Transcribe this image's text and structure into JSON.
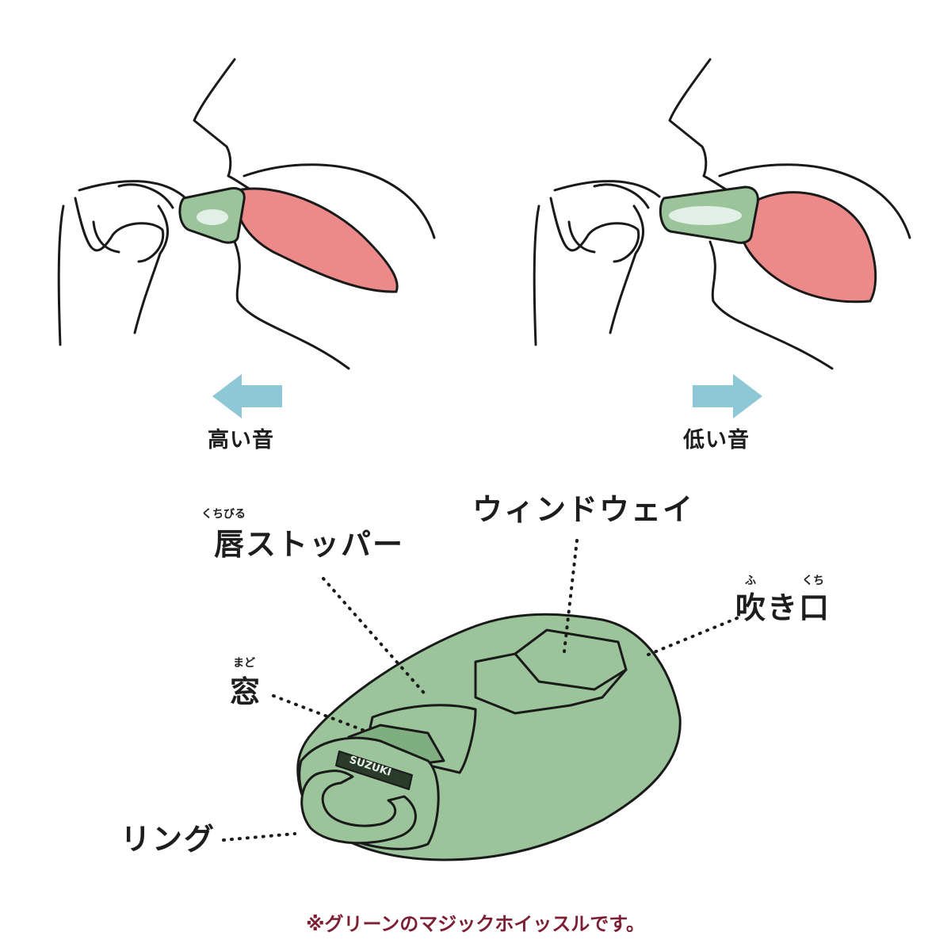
{
  "top": {
    "high_label": "高い音",
    "low_label": "低い音",
    "arrow_color": "#8ec7d6"
  },
  "parts": {
    "lip_stopper": {
      "ruby": "くちびる",
      "label": "唇ストッパー"
    },
    "windway": {
      "label": "ウィンドウェイ"
    },
    "mouthpiece": {
      "ruby_fu": "ふ",
      "ruby_kuchi": "くち",
      "label": "吹き口"
    },
    "window": {
      "ruby": "まど",
      "label": "窓"
    },
    "ring": {
      "label": "リング"
    },
    "brand": "SUZUKI"
  },
  "note": "※グリーンのマジックホイッスルです。",
  "colors": {
    "whistle_green": "#9cc49a",
    "tongue_pink": "#ec8a8a",
    "note_color": "#7c1f33",
    "line": "#1a1a1a"
  }
}
